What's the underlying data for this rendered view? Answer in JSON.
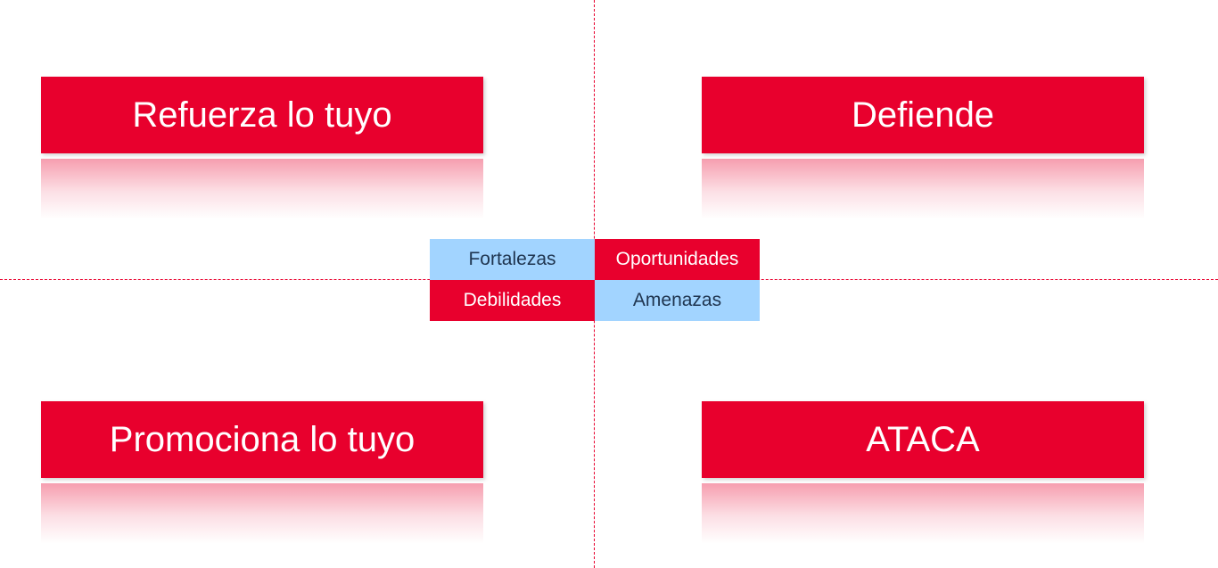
{
  "quadrants": {
    "top_left": "Refuerza lo tuyo",
    "top_right": "Defiende",
    "bottom_left": "Promociona lo tuyo",
    "bottom_right": "ATACA"
  },
  "swot": {
    "strengths": "Fortalezas",
    "opportunities": "Oportunidades",
    "weaknesses": "Debilidades",
    "threats": "Amenazas"
  },
  "colors": {
    "accent_red": "#e8002d",
    "light_blue": "#a2d4ff"
  }
}
